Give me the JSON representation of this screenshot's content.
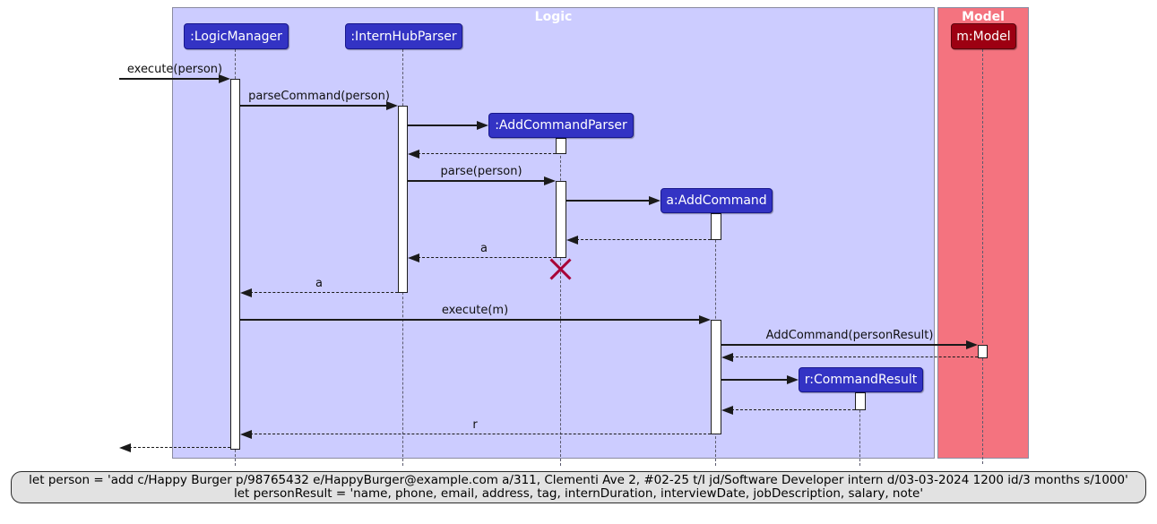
{
  "frames": {
    "logic": {
      "title": "Logic",
      "fill": "#CCCCFF"
    },
    "model": {
      "title": "Model",
      "fill": "#F4737F"
    }
  },
  "participants": {
    "logic_manager": {
      "label": ":LogicManager"
    },
    "intern_hub_parser": {
      "label": ":InternHubParser"
    },
    "add_command_parser": {
      "label": ":AddCommandParser"
    },
    "add_command": {
      "label": "a:AddCommand"
    },
    "command_result": {
      "label": "r:CommandResult"
    },
    "model": {
      "label": "m:Model"
    }
  },
  "messages": {
    "execute_person": {
      "label": "execute(person)",
      "type": "solid"
    },
    "parse_command": {
      "label": "parseCommand(person)",
      "type": "solid"
    },
    "create_parser": {
      "label": "",
      "type": "solid"
    },
    "return_parser": {
      "label": "",
      "type": "dashed"
    },
    "parse": {
      "label": "parse(person)",
      "type": "solid"
    },
    "create_add_command": {
      "label": "",
      "type": "solid"
    },
    "return_add_command": {
      "label": "",
      "type": "dashed"
    },
    "return_a_to_parser": {
      "label": "a",
      "type": "dashed"
    },
    "return_a_to_logic": {
      "label": "a",
      "type": "dashed"
    },
    "execute_m": {
      "label": "execute(m)",
      "type": "solid"
    },
    "add_command_person_result": {
      "label": "AddCommand(personResult)",
      "type": "solid"
    },
    "return_model": {
      "label": "",
      "type": "dashed"
    },
    "create_command_result": {
      "label": "",
      "type": "solid"
    },
    "return_command_result": {
      "label": "",
      "type": "dashed"
    },
    "return_r": {
      "label": "r",
      "type": "dashed"
    },
    "return_final": {
      "label": "",
      "type": "dashed"
    }
  },
  "note": {
    "line1": "let person = 'add c/Happy Burger p/98765432 e/HappyBurger@example.com a/311, Clementi Ave 2, #02-25 t/I jd/Software Developer intern d/03-03-2024 1200 id/3 months s/1000'",
    "line2": "let personResult = 'name, phone, email, address, tag, internDuration, interviewDate, jobDescription, salary, note'"
  },
  "colors": {
    "logic_frame_fill": "#CCCCFF",
    "model_frame_fill": "#F4737F",
    "logic_participant_fill": "#3333C4",
    "model_participant_fill": "#9D0012",
    "destroy_x": "#A80036",
    "note_fill": "#E2E2E2"
  }
}
